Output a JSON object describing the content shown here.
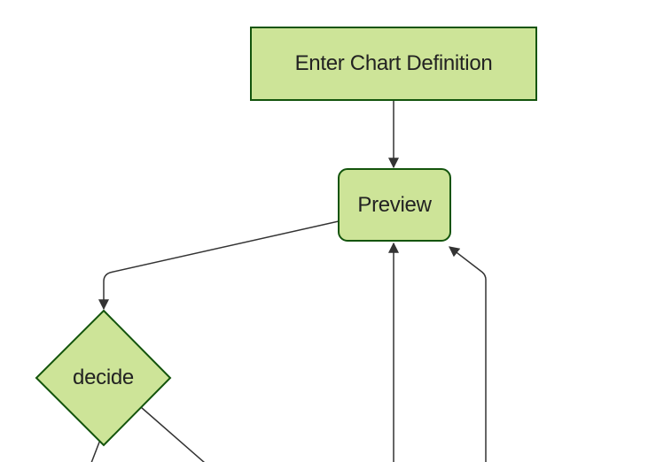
{
  "diagram": {
    "type": "flowchart",
    "direction": "top-down",
    "cropped": "bottom edges continue off-screen",
    "nodes": [
      {
        "id": "enter-chart-definition",
        "label": "Enter Chart Definition",
        "shape": "rectangle"
      },
      {
        "id": "preview",
        "label": "Preview",
        "shape": "rounded-rectangle"
      },
      {
        "id": "decide",
        "label": "decide",
        "shape": "diamond"
      }
    ],
    "edges": [
      {
        "from": "enter-chart-definition",
        "to": "preview",
        "arrowhead": true
      },
      {
        "from": "preview",
        "to": "decide",
        "arrowhead": true
      },
      {
        "from": "offscreen-bottom-center",
        "to": "preview",
        "arrowhead": true
      },
      {
        "from": "offscreen-bottom-right",
        "to": "preview",
        "arrowhead": true
      },
      {
        "from": "decide",
        "to": "offscreen-bottom-left",
        "arrowhead": false
      },
      {
        "from": "decide",
        "to": "offscreen-bottom-right",
        "arrowhead": false
      }
    ],
    "colors": {
      "background": "#ffffff",
      "node_fill": "#cde498",
      "node_border": "#13540c",
      "edge": "#333333",
      "text": "#222222"
    }
  }
}
